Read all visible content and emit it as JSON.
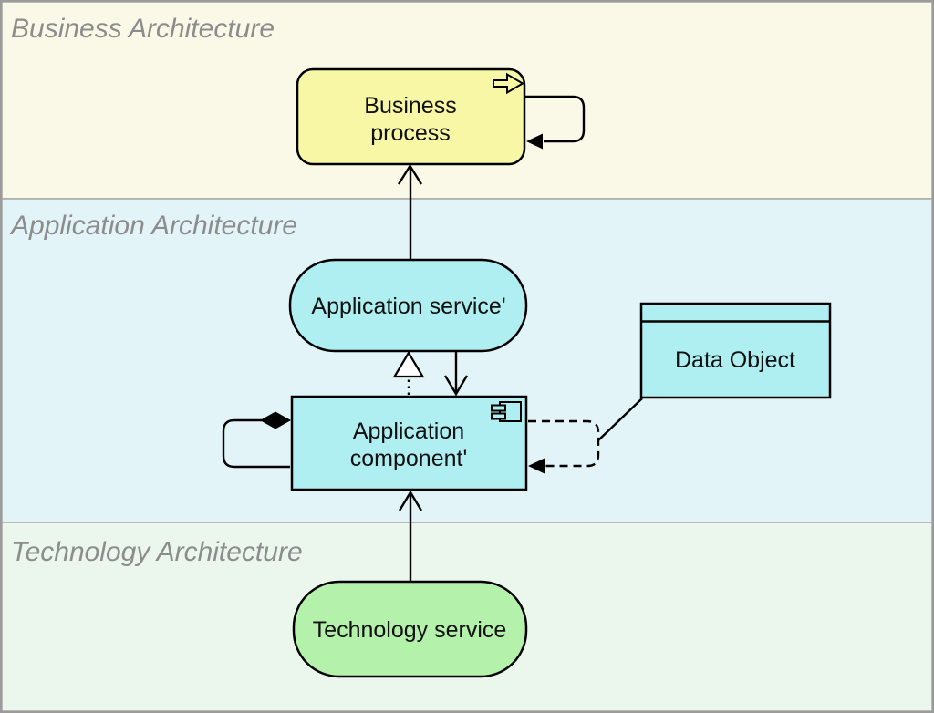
{
  "layers": [
    {
      "label": "Business Architecture",
      "bg": "#faf9e8"
    },
    {
      "label": "Application Architecture",
      "bg": "#e2f4f8"
    },
    {
      "label": "Technology Architecture",
      "bg": "#ebf7ec"
    }
  ],
  "nodes": {
    "business_process": {
      "label_line1": "Business",
      "label_line2": "process",
      "fill": "#f8f7a6",
      "icon": "process-arrow-icon"
    },
    "application_service": {
      "label": "Application service'",
      "fill": "#afeef1"
    },
    "application_component": {
      "label_line1": "Application",
      "label_line2": "component'",
      "fill": "#afeef1",
      "icon": "component-icon"
    },
    "data_object": {
      "label": "Data Object",
      "fill": "#afeef1"
    },
    "technology_service": {
      "label": "Technology service",
      "fill": "#b4f2ab"
    }
  },
  "relationships": [
    {
      "name": "triggering-self-loop-business-process",
      "line": "solid",
      "arrow": "filled-triangle"
    },
    {
      "name": "serving-application-service-to-business-process",
      "line": "solid",
      "arrow": "open"
    },
    {
      "name": "realization-component-to-application-service",
      "line": "dotted",
      "arrow": "hollow-triangle"
    },
    {
      "name": "serving-application-service-to-component",
      "line": "solid",
      "arrow": "open"
    },
    {
      "name": "composition-self-loop-application-component",
      "line": "solid",
      "arrow": "filled-diamond"
    },
    {
      "name": "access-self-loop-application-component",
      "line": "dashed",
      "arrow": "filled-triangle"
    },
    {
      "name": "association-data-object-to-access-relation",
      "line": "solid",
      "arrow": "none"
    },
    {
      "name": "serving-technology-service-to-component",
      "line": "solid",
      "arrow": "open"
    }
  ],
  "colors": {
    "node_border": "#000000",
    "relationship_line": "#000000",
    "layer_label": "#8c8c8c",
    "layer_border": "#a6a6a6",
    "frame_border": "#9b9b9b"
  }
}
